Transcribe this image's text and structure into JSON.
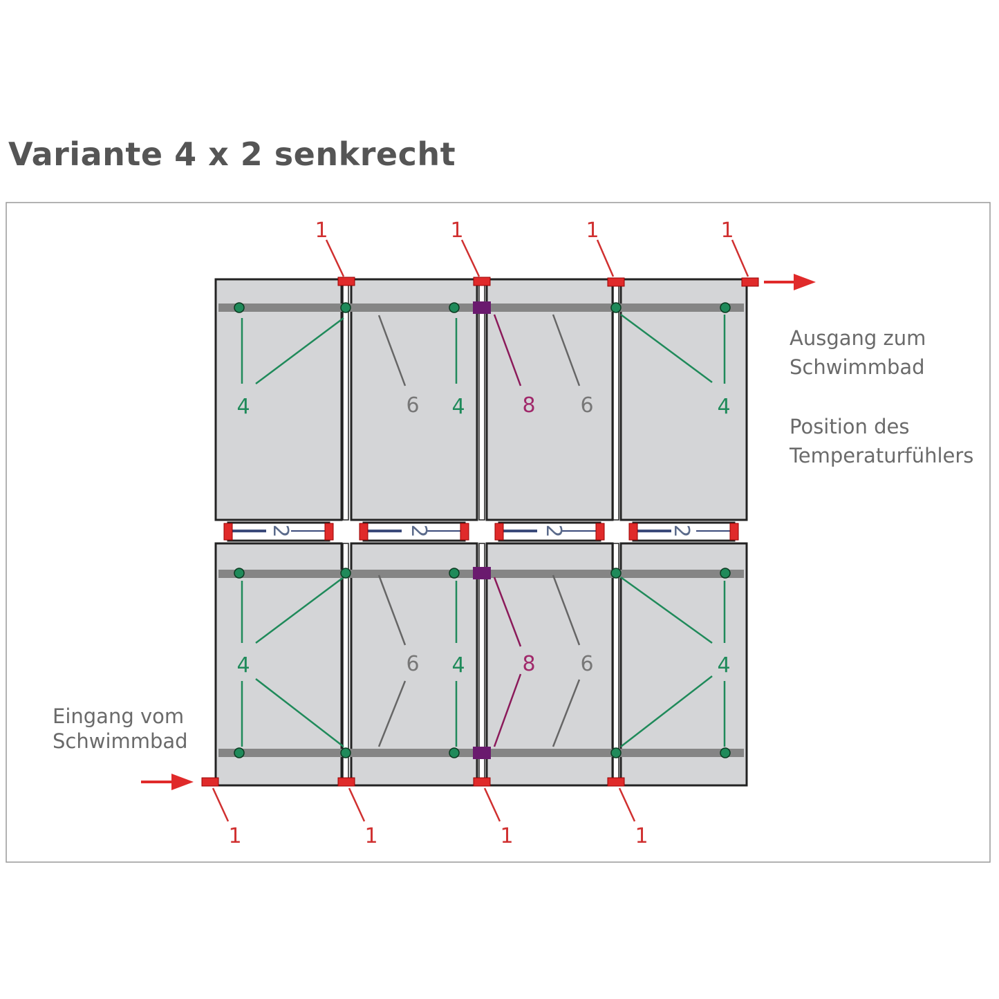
{
  "title": "Variante 4 x 2 senkrecht",
  "outlet_label": [
    "Ausgang zum",
    "Schwimmbad"
  ],
  "sensor_label": [
    "Position des",
    "Temperaturfühlers"
  ],
  "inlet_label": [
    "Eingang vom",
    "Schwimmbad"
  ],
  "callouts": {
    "connector_cap": "1",
    "connector_tube": "2",
    "clamp": "4",
    "header_pipe": "6",
    "sensor": "8"
  },
  "layout": {
    "columns": 4,
    "rows": 2
  },
  "colors": {
    "panel": "#d4d5d7",
    "pipe": "#858585",
    "cap": "#e02a2a",
    "clamp": "#1f8a5a",
    "sensor": "#6a1a6e",
    "sensor_line": "#8b1a5a",
    "arrow": "#e02a2a"
  }
}
